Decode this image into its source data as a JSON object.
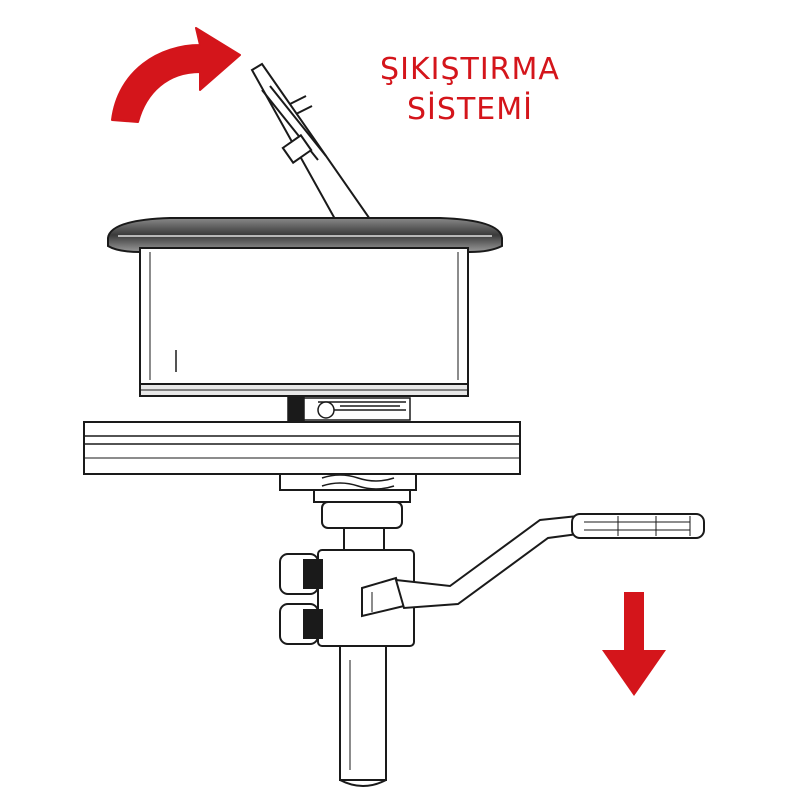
{
  "caption": {
    "line1": "ŞIKIŞTIRMA",
    "line2": "SİSTEMİ"
  },
  "colors": {
    "accent": "#d4151b",
    "ink": "#1a1a1a",
    "background": "#ffffff"
  },
  "icons": {
    "rotate_arrow": "curved-arrow-clockwise",
    "down_arrow": "arrow-down"
  }
}
